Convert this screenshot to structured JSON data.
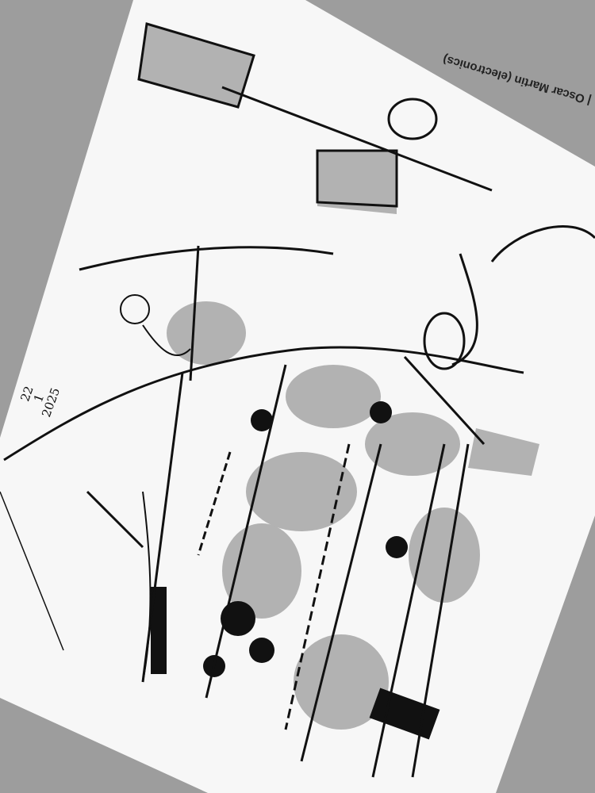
{
  "caption": "| Oscar Martin (electronics)",
  "date": {
    "day": "22",
    "month": "1",
    "year": "2025"
  },
  "colors": {
    "background": "#9d9d9d",
    "paper": "#f7f7f7",
    "ink": "#111111",
    "wash": "#8a8a8a"
  }
}
